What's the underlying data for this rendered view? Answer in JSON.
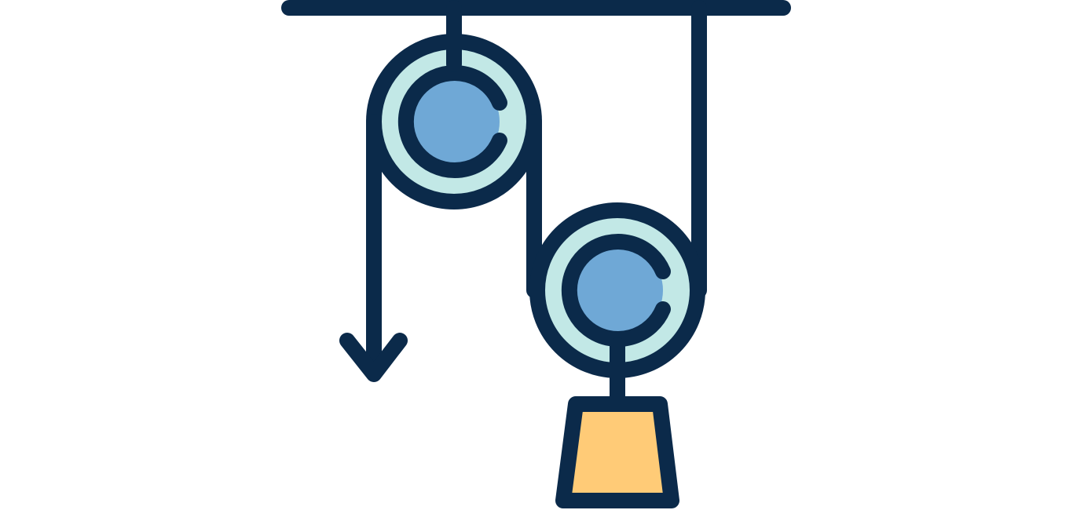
{
  "illustration": {
    "subject": "pulley-system",
    "icons": [
      "ceiling-bar",
      "fixed-pulley",
      "movable-pulley",
      "rope",
      "pull-arrow",
      "weight"
    ]
  },
  "colors": {
    "outline": "#0B2A4A",
    "pulley_rim": "#C2E8E6",
    "pulley_hub": "#6FA8D6",
    "weight": "#FFCB77",
    "background": "#FFFFFF"
  }
}
